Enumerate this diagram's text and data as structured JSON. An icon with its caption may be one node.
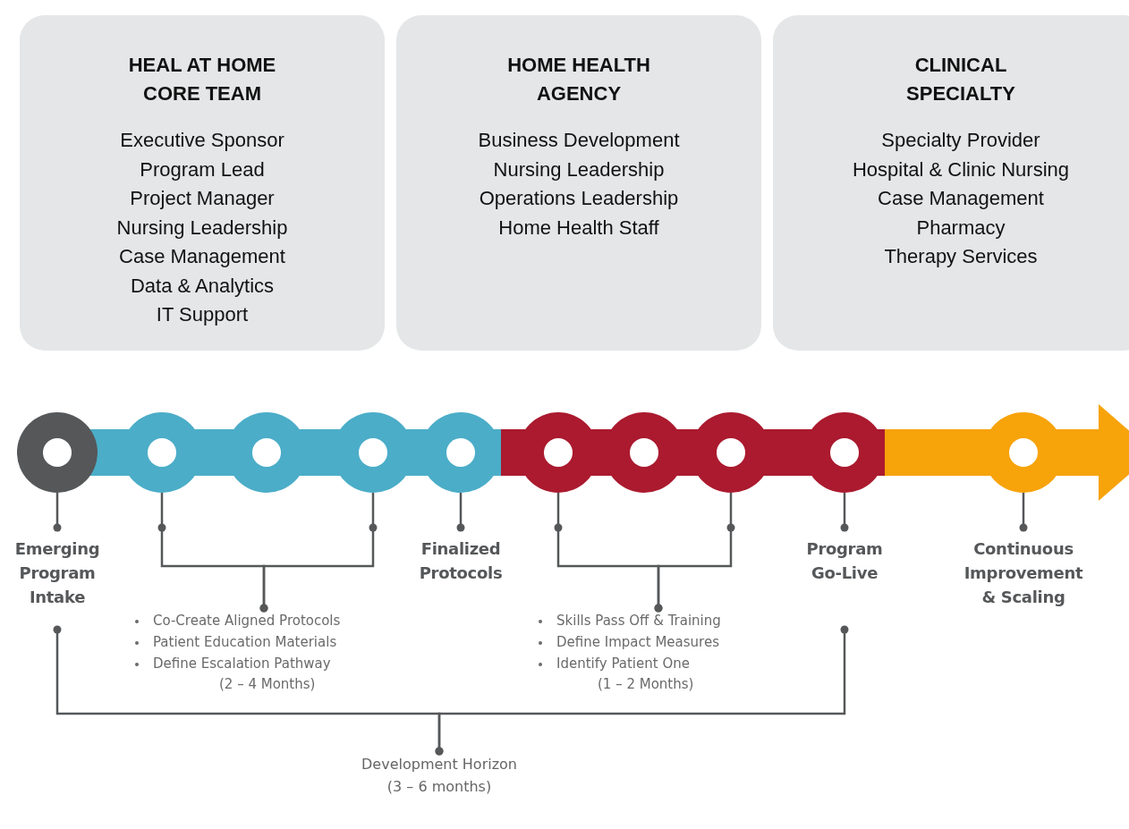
{
  "diagram": {
    "nodes": [
      {
        "text": [
          "HEAL AT HOME CORE TEAM",
          "Executive Sponsor",
          "Program Lead",
          "Project Manager",
          "Nursing Leadership",
          "Case Management",
          "Data & Analytics",
          "IT Support"
        ]
      },
      {
        "text": [
          "HOME HEALTH AGENCY",
          "Business Development",
          "Nursing Leadership",
          "Operations Leadership",
          "Home Health Staff"
        ]
      },
      {
        "text": [
          "CLINICAL SPECIALTY",
          "Specialty Provider",
          "Hospital & Clinic Nursing",
          "Case Management",
          "Pharmacy",
          "Therapy Services"
        ]
      },
      {
        "text": [],
        "shape": "circle"
      },
      {
        "text": [],
        "shape": "circle"
      },
      {
        "text": [],
        "shape": "circle"
      },
      {
        "text": [],
        "shape": "circle"
      },
      {
        "text": [],
        "shape": "circle"
      },
      {
        "text": [],
        "shape": "circle"
      },
      {
        "text": [],
        "shape": "circle"
      },
      {
        "text": [],
        "shape": "circle"
      },
      {
        "text": [],
        "shape": "circle"
      },
      {
        "text": [],
        "shape": "circle"
      },
      {
        "text": [
          "Emerging Program Intake"
        ]
      },
      {
        "text": [
          "Co-Create Aligned Protocols",
          "Patient Education Materials",
          "Define Escalation Pathway",
          "(2 – 4 Months)"
        ]
      },
      {
        "text": [
          "Finalized Protocols"
        ]
      },
      {
        "text": [
          "Skills Pass Off & Training",
          "Define Impact Measures",
          "Identify Patient One",
          "(1 – 2 Months)"
        ]
      },
      {
        "text": [
          "Program Go-Live"
        ]
      },
      {
        "text": [
          "Continuous Improvement & Scaling"
        ]
      },
      {
        "text": [
          "Development Horizon (3 – 6 months)"
        ]
      }
    ],
    "edges": [
      {
        "from": 3,
        "to": 13,
        "arrow": "other"
      },
      {
        "from": 4,
        "to": 14,
        "arrow": "other"
      },
      {
        "from": 6,
        "to": 14,
        "arrow": "other"
      },
      {
        "from": 7,
        "to": 15,
        "arrow": "other"
      },
      {
        "from": 8,
        "to": 16,
        "arrow": "other"
      },
      {
        "from": 10,
        "to": 16,
        "arrow": "other"
      },
      {
        "from": 11,
        "to": 17,
        "arrow": "other"
      },
      {
        "from": 12,
        "to": 18,
        "arrow": "other"
      },
      {
        "from": 13,
        "to": 19,
        "arrow": "other"
      },
      {
        "from": 17,
        "to": 19,
        "arrow": "other"
      }
    ]
  }
}
